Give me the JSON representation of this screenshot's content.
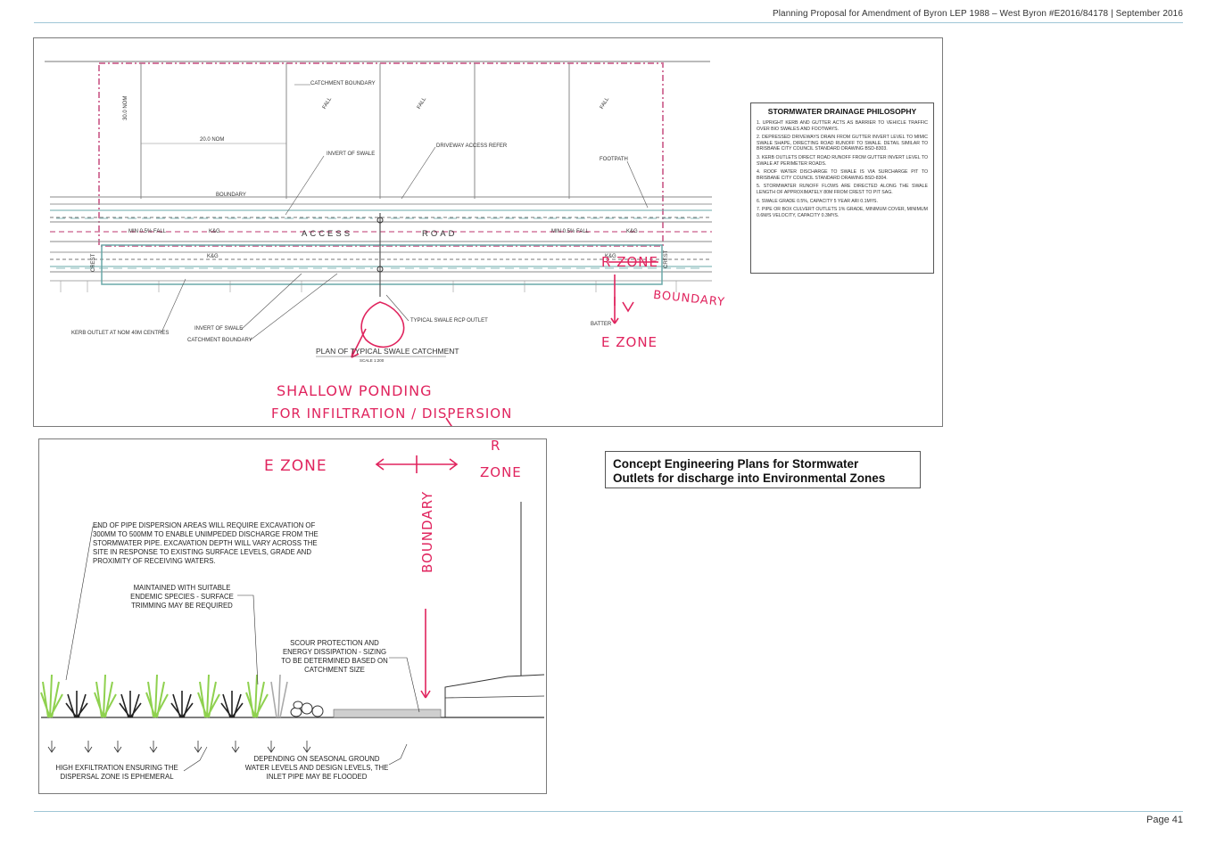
{
  "header": {
    "text": "Planning Proposal for Amendment of Byron LEP 1988 – West Byron #E2016/84178 | September  2016"
  },
  "caption": {
    "line1": "Concept Engineering Plans for Stormwater",
    "line2": "Outlets for discharge into Environmental Zones"
  },
  "footer": {
    "page": "Page 41"
  },
  "colors": {
    "rule": "#9fc6d6",
    "annotation": "#e0245e",
    "catchment": "#d4789e",
    "swale": "#6aa8a8"
  },
  "plan": {
    "catchment_boundary": "CATCHMENT BOUNDARY",
    "nom_vertical": "30.0 NOM",
    "nom_horizontal": "20.0 NOM",
    "fall": "FALL",
    "invert_of_swale": "INVERT OF SWALE",
    "driveway": "DRIVEWAY ACCESS REFER",
    "footpath": "FOOTPATH",
    "boundary": "BOUNDARY",
    "access": "ACCESS",
    "road": "ROAD",
    "min_fall_left": "MIN 0.5% FALL",
    "min_fall_right": "MIN 0.5% FALL",
    "kg": "K&G",
    "crest": "CREST",
    "kerb_outlet": "KERB OUTLET AT NOM 40m CENTRES",
    "invert_of_swale_2": "INVERT OF SWALE",
    "catchment_boundary_2": "CATCHMENT BOUNDARY",
    "typical_outlet": "TYPICAL SWALE RCP OUTLET",
    "batter": "BATTER",
    "title": "PLAN OF TYPICAL SWALE CATCHMENT",
    "scale": "SCALE 1:200"
  },
  "philosophy": {
    "title": "STORMWATER DRAINAGE PHILOSOPHY",
    "items": [
      "1. Upright kerb and gutter acts as barrier to vehicle traffic over bio swales and footways.",
      "2. Depressed driveways drain from gutter invert level to mimic swale shape, directing road runoff to swale. Detail similar to Brisbane City Council standard drawing BSD-8303.",
      "3. Kerb outlets direct road runoff from gutter invert level to swale at perimeter roads.",
      "4. Roof water discharge to swale is via surcharge pit to Brisbane City Council standard drawing BSD-8304.",
      "5. Stormwater runoff flows are directed along the swale length of approximately 80m from crest to pit sag.",
      "6. Swale grade 0.5%, capacity 5 year ARI 0.1m³/s.",
      "7. Pipe or box culvert outlets 1% grade, minimum cover, minimum 0.6m/s velocity, capacity 0.3m³/s."
    ]
  },
  "handwritten_top": {
    "r_zone": "R ZONE",
    "boundary": "BOUNDARY",
    "e_zone": "E ZONE",
    "ponding_1": "SHALLOW PONDING",
    "ponding_2": "FOR INFILTRATION / DISPERSION"
  },
  "section": {
    "note1": "END OF PIPE DISPERSION AREAS WILL REQUIRE EXCAVATION OF 300mm TO 500mm TO ENABLE UNIMPEDED DISCHARGE FROM THE STORMWATER PIPE. EXCAVATION DEPTH WILL VARY ACROSS THE SITE IN RESPONSE TO EXISTING SURFACE LEVELS, GRADE AND PROXIMITY OF RECEIVING WATERS.",
    "note2": "MAINTAINED WITH SUITABLE ENDEMIC SPECIES - SURFACE TRIMMING MAY BE REQUIRED",
    "note3": "SCOUR PROTECTION AND ENERGY DISSIPATION - SIZING TO BE DETERMINED BASED ON CATCHMENT SIZE",
    "note4": "HIGH EXFILTRATION ENSURING THE DISPERSAL ZONE IS EPHEMERAL",
    "note5": "DEPENDING ON SEASONAL GROUND WATER LEVELS AND DESIGN LEVELS, THE INLET PIPE MAY BE FLOODED"
  },
  "handwritten_bottom": {
    "e_zone": "E ZONE",
    "r_zone_top": "R",
    "r_zone": "ZONE",
    "boundary": "BOUNDARY"
  }
}
